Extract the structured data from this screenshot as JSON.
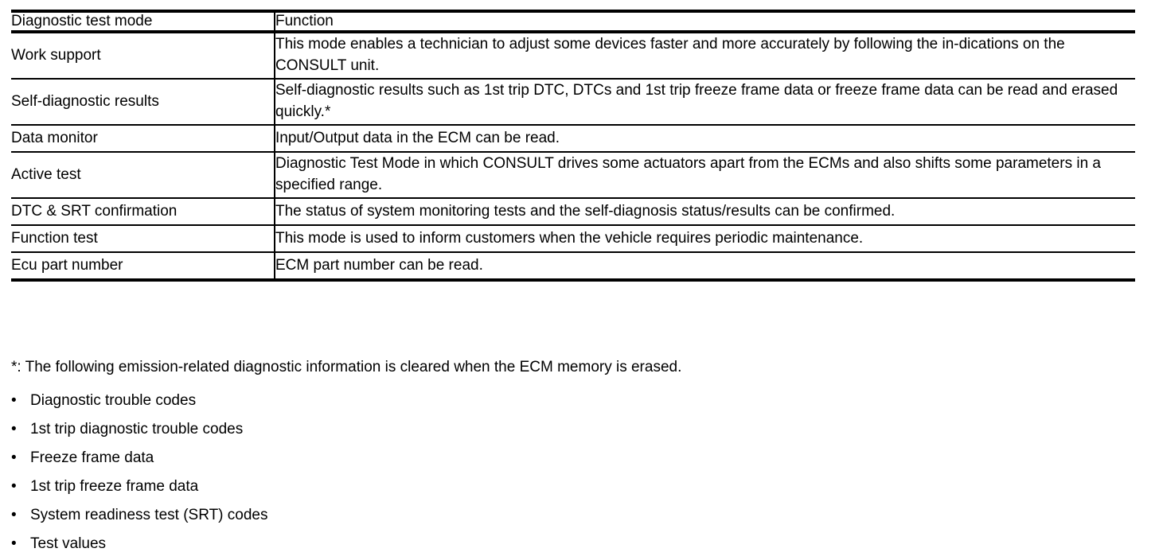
{
  "table": {
    "headers": {
      "mode": "Diagnostic test mode",
      "function": "Function"
    },
    "rows": [
      {
        "mode": "Work support",
        "function": "This mode enables a technician to adjust some devices faster and more accurately by following the in-dications on the CONSULT unit.",
        "size": "tall"
      },
      {
        "mode": "Self-diagnostic results",
        "function": "Self-diagnostic results such as 1st trip DTC, DTCs and 1st trip freeze frame data or freeze frame data can be read and erased quickly.*",
        "size": "tall"
      },
      {
        "mode": "Data monitor",
        "function": "Input/Output data in the ECM can be read.",
        "size": "short"
      },
      {
        "mode": "Active test",
        "function": "Diagnostic Test Mode in which CONSULT drives some actuators apart from the ECMs and also shifts some parameters in a specified range.",
        "size": "tall"
      },
      {
        "mode": "DTC & SRT confirmation",
        "function": "The status of system monitoring tests and the self-diagnosis status/results can be confirmed.",
        "size": "short"
      },
      {
        "mode": "Function test",
        "function": "This mode is used to inform customers when the vehicle requires periodic maintenance.",
        "size": "short"
      },
      {
        "mode": "Ecu part number",
        "function": "ECM part number can be read.",
        "size": "short"
      }
    ]
  },
  "footnote": {
    "text": "*: The following emission-related diagnostic information is cleared when the ECM memory is erased.",
    "bullet_glyph": "•",
    "items": [
      "Diagnostic trouble codes",
      "1st trip diagnostic trouble codes",
      "Freeze frame data",
      "1st trip freeze frame data",
      "System readiness test (SRT) codes",
      "Test values"
    ]
  },
  "colors": {
    "rule": "#000000",
    "background": "#ffffff",
    "text": "#000000"
  }
}
